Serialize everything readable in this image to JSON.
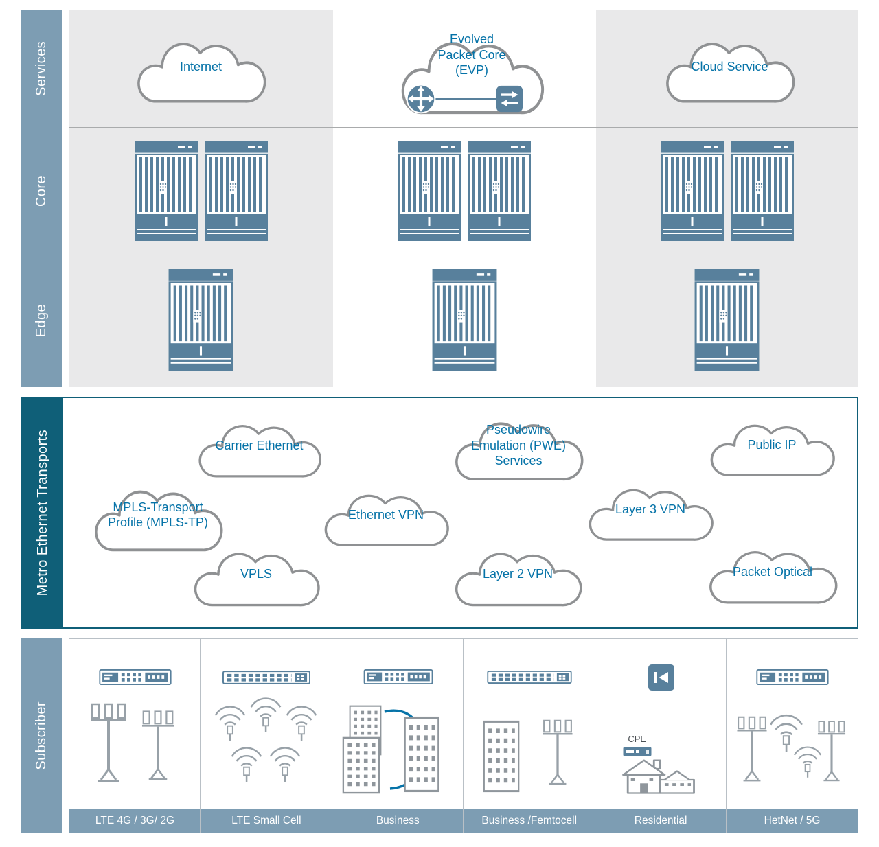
{
  "colors": {
    "slate": "#7d9db3",
    "teal": "#0f5f78",
    "device": "#58809c",
    "blue_text": "#0673a8",
    "panel_gray": "#e9e9ea",
    "cloud_outline": "#8f9193",
    "tower_gray": "#98a1a8"
  },
  "layers": {
    "services": {
      "label": "Services",
      "clouds": {
        "internet": "Internet",
        "epc": "Evolved Packet Core (EVP)",
        "cloud_service": "Cloud Service"
      }
    },
    "core": {
      "label": "Core"
    },
    "edge": {
      "label": "Edge"
    }
  },
  "transport": {
    "label": "Metro Ethernet Transports",
    "clouds": {
      "carrier_ethernet": "Carrier Ethernet",
      "pwe": "Pseudowire Emulation (PWE) Services",
      "public_ip": "Public IP",
      "mpls_tp": "MPLS-Transport Profile (MPLS-TP)",
      "ethernet_vpn": "Ethernet VPN",
      "layer3_vpn": "Layer 3 VPN",
      "vpls": "VPLS",
      "layer2_vpn": "Layer 2 VPN",
      "packet_optical": "Packet Optical"
    }
  },
  "subscriber": {
    "label": "Subscriber",
    "cpe_label": "CPE",
    "columns": [
      {
        "label": "LTE 4G / 3G/ 2G"
      },
      {
        "label": "LTE Small Cell"
      },
      {
        "label": "Business"
      },
      {
        "label": "Business /Femtocell"
      },
      {
        "label": "Residential"
      },
      {
        "label": "HetNet / 5G"
      }
    ]
  }
}
